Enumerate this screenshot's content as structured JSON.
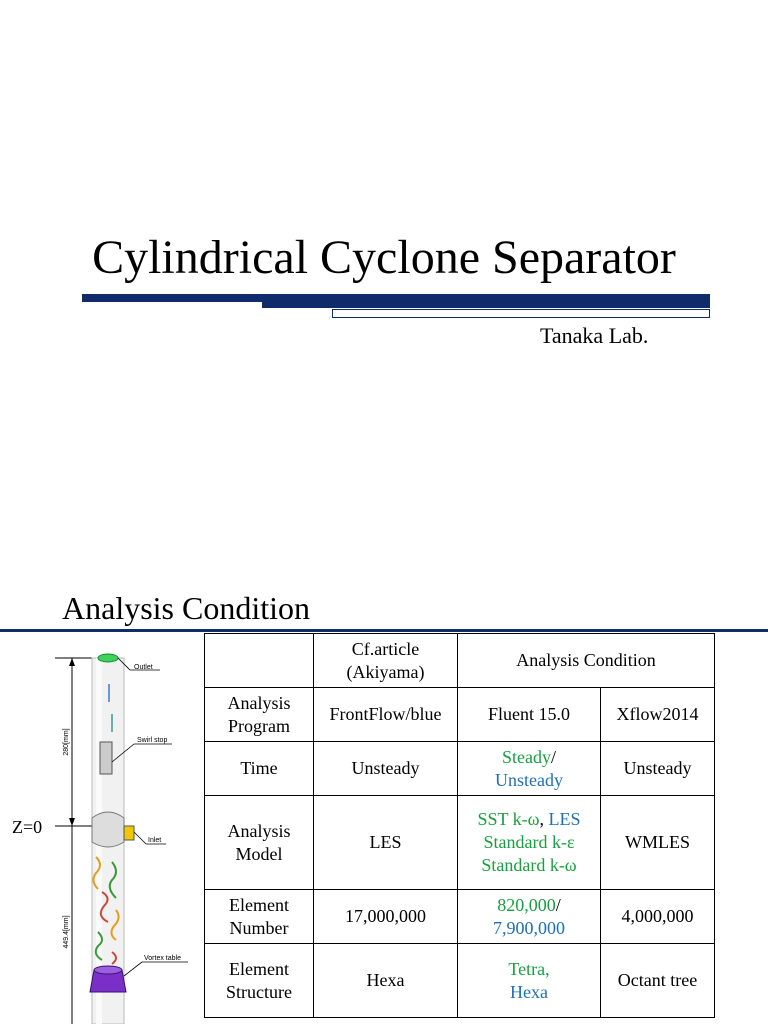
{
  "slide1": {
    "title": "Cylindrical Cyclone Separator",
    "subtitle": "Tanaka Lab."
  },
  "slide2": {
    "title": "Analysis Condition",
    "figure": {
      "z_label": "Z=0",
      "outlet": "Outlet",
      "swirl_stop": "Swirl stop",
      "inlet": "Inlet",
      "vortex_table": "Vortex table",
      "dim_upper": "280[mm]",
      "dim_lower": "449.4[mm]",
      "colors": {
        "outlet": "#3fd15a",
        "vortex_table": "#7b2fc9",
        "swirl_lines": [
          "#e0a020",
          "#3a9a3a",
          "#c84a3a"
        ]
      }
    },
    "table": {
      "header": {
        "col2_l1": "Cf.article",
        "col2_l2": "(Akiyama)",
        "col3": "Analysis Condition"
      },
      "program": {
        "label_l1": "Analysis",
        "label_l2": "Program",
        "v1": "FrontFlow/blue",
        "v2": "Fluent 15.0",
        "v3": "Xflow2014"
      },
      "time": {
        "label": "Time",
        "v1": "Unsteady",
        "v2a": "Steady",
        "v2sep": "/",
        "v2b": "Unsteady",
        "v3": "Unsteady"
      },
      "model": {
        "label_l1": "Analysis",
        "label_l2": "Model",
        "v1": "LES",
        "v2a": "SST k-ω",
        "v2sep": ", ",
        "v2b": "LES",
        "v2c": "Standard k-ε",
        "v2d": "Standard k-ω",
        "v3": "WMLES"
      },
      "elements": {
        "label_l1": "Element",
        "label_l2": "Number",
        "v1": "17,000,000",
        "v2a": "820,000",
        "v2sep": "/",
        "v2b": "7,900,000",
        "v3": "4,000,000"
      },
      "structure": {
        "label_l1": "Element",
        "label_l2": "Structure",
        "v1": "Hexa",
        "v2a": "Tetra,",
        "v2b": "Hexa",
        "v3": "Octant tree"
      }
    }
  }
}
